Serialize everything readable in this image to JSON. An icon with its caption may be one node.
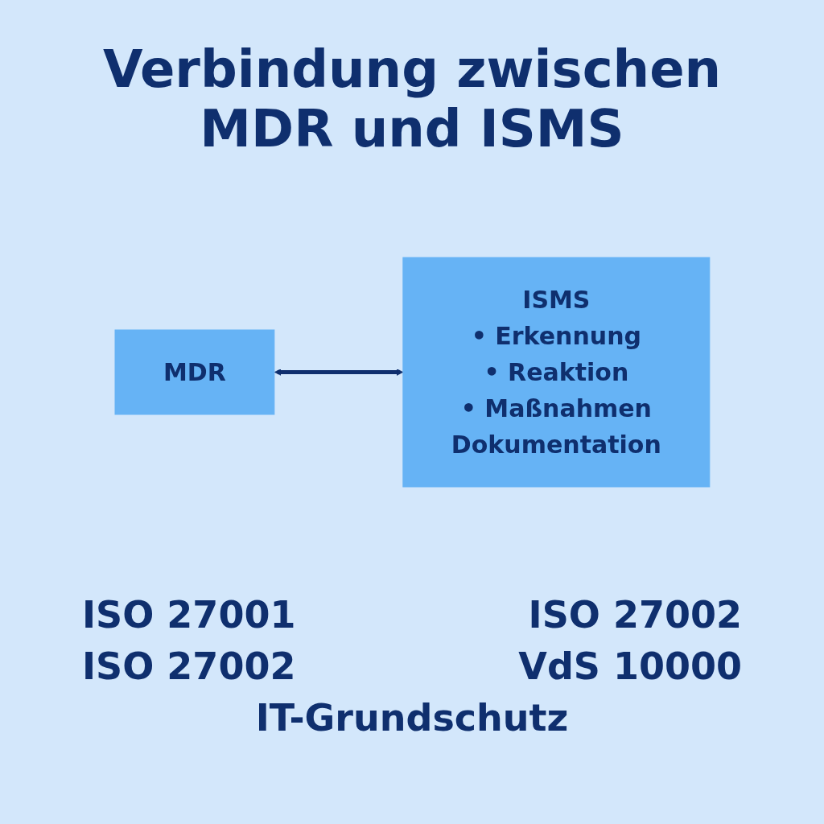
{
  "diagram": {
    "title": "Verbindung zwischen MDR und ISMS",
    "nodes": [
      {
        "text": [
          "MDR"
        ]
      },
      {
        "text": [
          "ISMS",
          "• Erkennung",
          "• Reaktion",
          "• Maßnahmen",
          "Dokumentation"
        ]
      }
    ],
    "edges": [
      {
        "from": 0,
        "to": 1,
        "arrow": "both"
      }
    ],
    "labels": [
      "ISO 27001",
      "ISO 27002",
      "ISO 27002",
      "VdS 10000",
      "IT-Grundschutz"
    ]
  }
}
